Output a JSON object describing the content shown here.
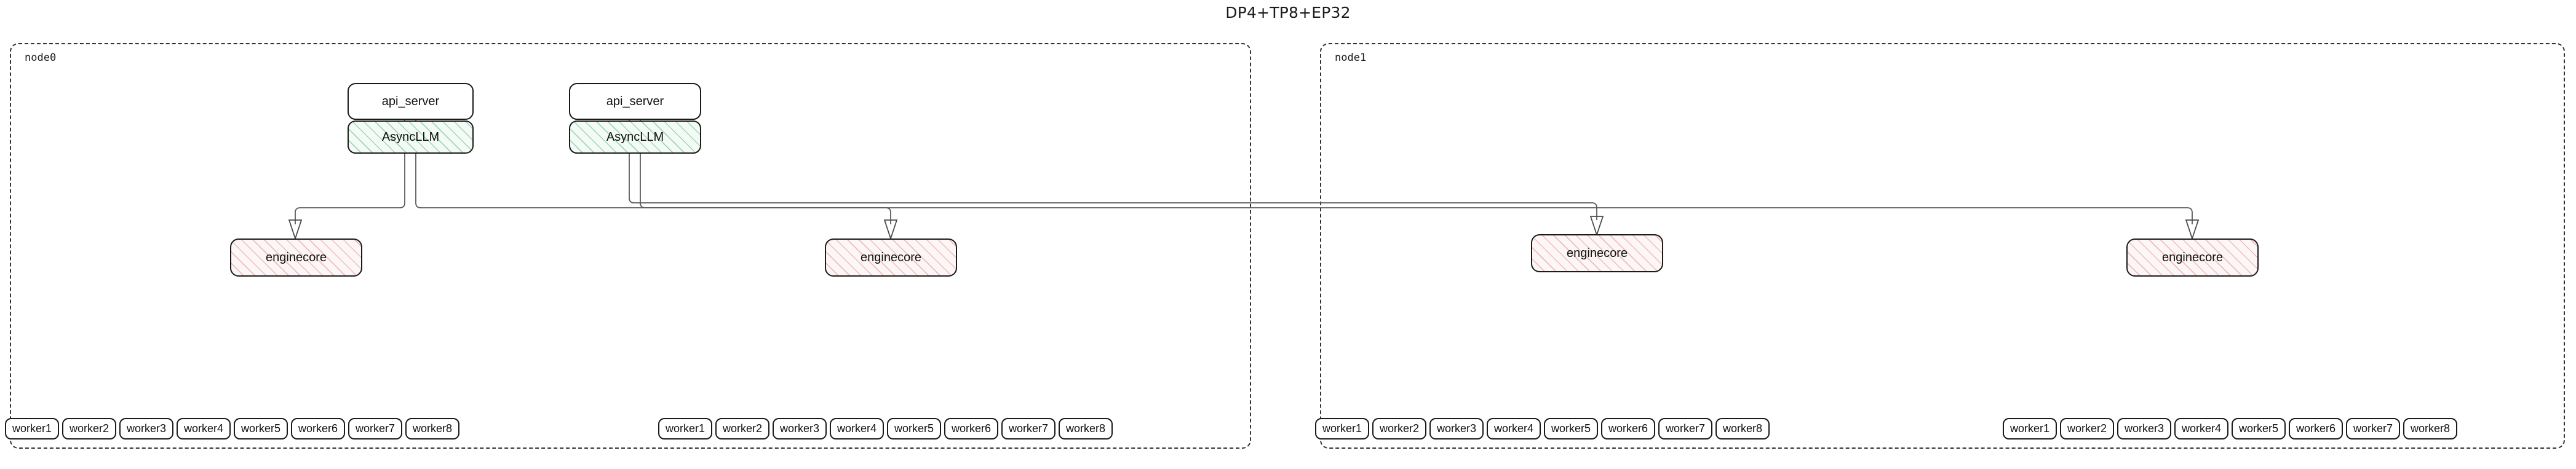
{
  "title": "DP4+TP8+EP32",
  "labels": {
    "api_server": "api_server",
    "asyncllm": "AsyncLLM",
    "enginecore": "enginecore"
  },
  "colors": {
    "asyncllm_hatch": "#56bc78",
    "asyncllm_fill": "#f4fbf6",
    "enginecore_hatch": "#e88c8c",
    "enginecore_fill": "#fdf6f6",
    "box_border": "#1a1a1a",
    "cluster_border": "#333333",
    "edge": "#5b5b5b",
    "background": "#ffffff"
  },
  "nodes": [
    {
      "id": "node0",
      "label": "node0",
      "frontends": [
        {
          "api_server": "api_server",
          "asyncllm": "AsyncLLM"
        },
        {
          "api_server": "api_server",
          "asyncllm": "AsyncLLM"
        }
      ],
      "engines": [
        {
          "label": "enginecore",
          "workers": [
            "worker1",
            "worker2",
            "worker3",
            "worker4",
            "worker5",
            "worker6",
            "worker7",
            "worker8"
          ]
        },
        {
          "label": "enginecore",
          "workers": [
            "worker1",
            "worker2",
            "worker3",
            "worker4",
            "worker5",
            "worker6",
            "worker7",
            "worker8"
          ]
        }
      ]
    },
    {
      "id": "node1",
      "label": "node1",
      "frontends": [],
      "engines": [
        {
          "label": "enginecore",
          "workers": [
            "worker1",
            "worker2",
            "worker3",
            "worker4",
            "worker5",
            "worker6",
            "worker7",
            "worker8"
          ]
        },
        {
          "label": "enginecore",
          "workers": [
            "worker1",
            "worker2",
            "worker3",
            "worker4",
            "worker5",
            "worker6",
            "worker7",
            "worker8"
          ]
        }
      ]
    }
  ]
}
